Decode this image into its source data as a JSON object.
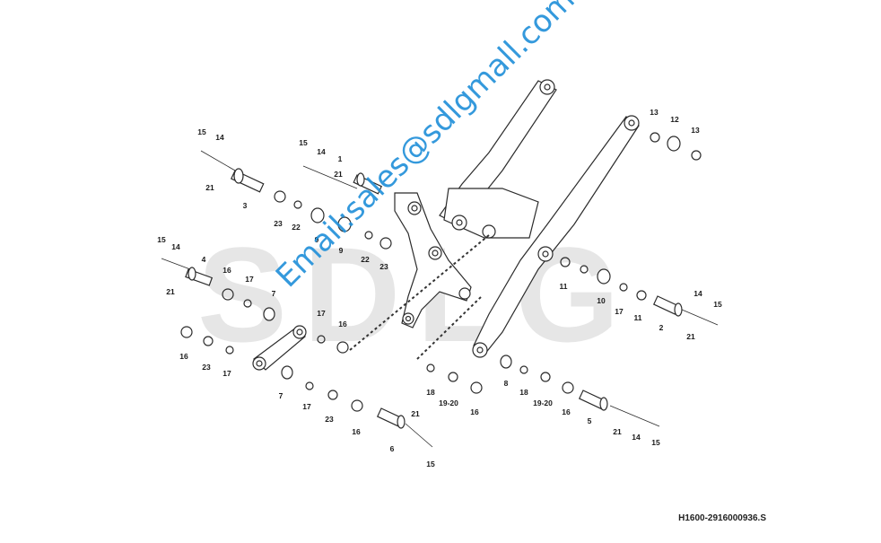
{
  "background_text": "SDLG",
  "watermark": "Email:sales@sdlgmall.com",
  "drawing_code": "H1600-2916000936.S",
  "callouts": [
    "1",
    "2",
    "3",
    "4",
    "5",
    "6",
    "7",
    "7",
    "8",
    "9",
    "9",
    "10",
    "11",
    "11",
    "12",
    "13",
    "13",
    "14",
    "14",
    "14",
    "14",
    "14",
    "15",
    "15",
    "15",
    "15",
    "15",
    "15",
    "16",
    "16",
    "16",
    "16",
    "16",
    "16",
    "17",
    "17",
    "17",
    "17",
    "17",
    "18",
    "18",
    "19-20",
    "19-20",
    "21",
    "21",
    "21",
    "21",
    "21",
    "21",
    "22",
    "22",
    "23",
    "23",
    "23",
    "23"
  ],
  "colors": {
    "line": "#2b2b2b",
    "dash": "#333333",
    "watermark": "#1f8fd9",
    "background_text": "#e6e6e6"
  }
}
